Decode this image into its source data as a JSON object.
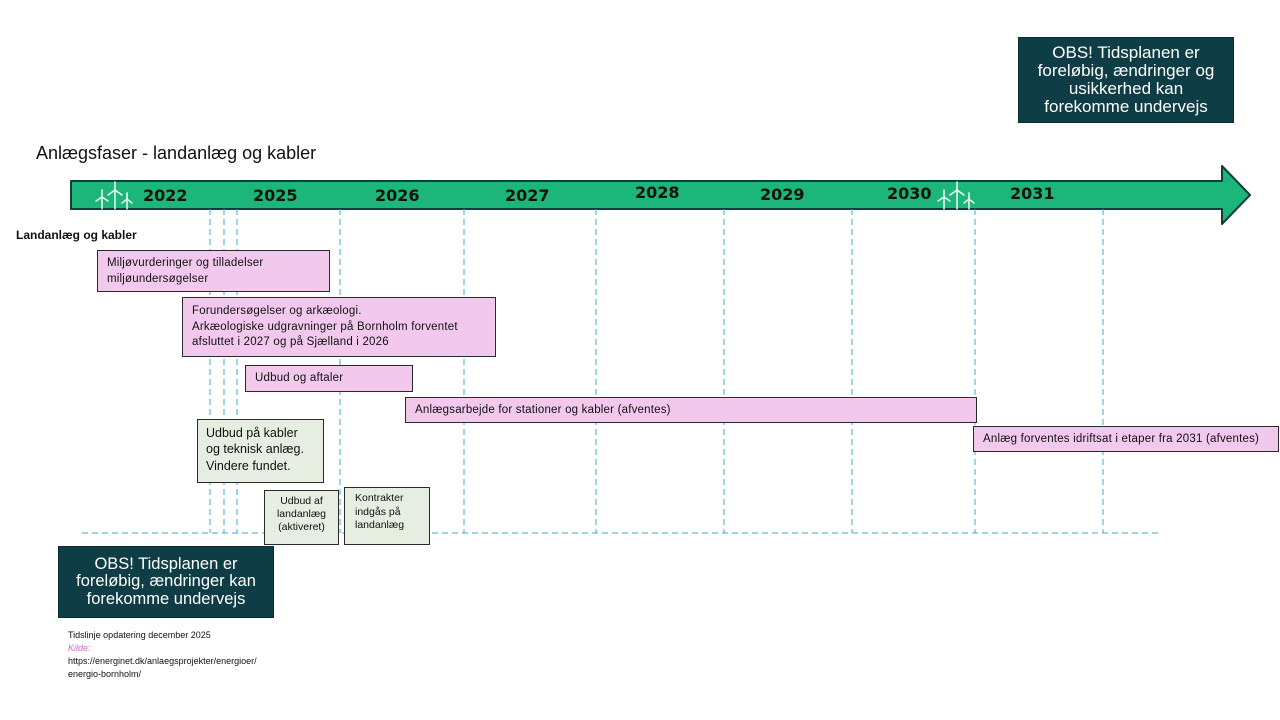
{
  "title": "Anlægsfaser - landanlæg og kabler",
  "notes": {
    "top": "OBS! Tidsplanen er foreløbig, ændringer og usikkerhed kan forekomme undervejs",
    "bottom": "OBS! Tidsplanen er foreløbig, ændringer kan forekomme undervejs"
  },
  "years": [
    "2022",
    "2025",
    "2026",
    "2027",
    "2028",
    "2029",
    "2030",
    "2031"
  ],
  "row_label": "Landanlæg og kabler",
  "phases": [
    "Miljøvurderinger og tilladelser miljøundersøgelser",
    "Forundersøgelser og arkæologi.",
    "Arkæologiske udgravninger på Bornholm forventet afsluttet i 2027 og på Sjælland i 2026",
    "Udbud og aftaler",
    "Anlægsarbejde for stationer og kabler (afventes)",
    "Anlæg forventes idriftsat i etaper fra 2031 (afventes)"
  ],
  "milestones": [
    "Udbud på kabler og teknisk anlæg. Vindere fundet.",
    "Udbud af landanlæg (aktiveret)",
    "Kontrakter indgås på landanlæg"
  ],
  "footer": {
    "updated": "Tidslinje opdatering december 2025",
    "source_label": "Kilde:",
    "url_line1": "https://energinet.dk/anlaegsprojekter/energioer/",
    "url_line2": "energio-bornholm/"
  },
  "colors": {
    "arrow": "#1db67a",
    "phase_fill": "#f2c9ec",
    "milestone_fill": "#e5eee0",
    "note_fill": "#0f3d45",
    "grid_dash": "#41a9cf"
  },
  "icons": [
    "wind-turbines-icon",
    "wind-turbines-icon"
  ]
}
